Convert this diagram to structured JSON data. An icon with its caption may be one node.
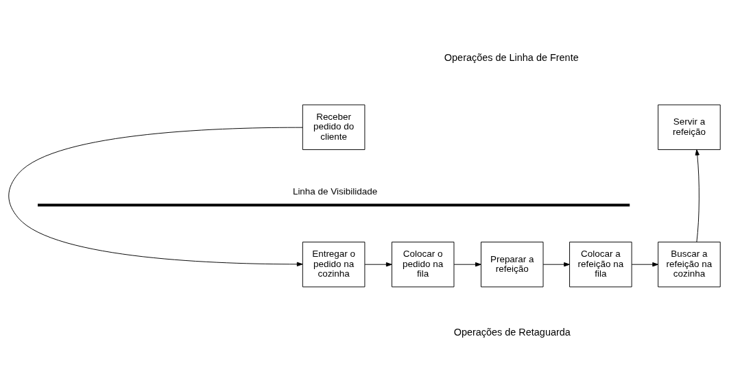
{
  "diagram": {
    "nodes": [
      {
        "text": [
          "Receber pedido do cliente"
        ]
      },
      {
        "text": [
          "Servir a refeição"
        ]
      },
      {
        "text": [
          "Entregar o pedido na cozinha"
        ]
      },
      {
        "text": [
          "Colocar o pedido na fila"
        ]
      },
      {
        "text": [
          "Preparar a refeição"
        ]
      },
      {
        "text": [
          "Colocar a refeição na fila"
        ]
      },
      {
        "text": [
          "Buscar a refeição na cozinha"
        ]
      }
    ],
    "edges": [
      {
        "from": 0,
        "to": 2,
        "arrow": "to"
      },
      {
        "from": 2,
        "to": 3,
        "arrow": "to"
      },
      {
        "from": 3,
        "to": 4,
        "arrow": "to"
      },
      {
        "from": 4,
        "to": 5,
        "arrow": "to"
      },
      {
        "from": 5,
        "to": 6,
        "arrow": "to"
      },
      {
        "from": 6,
        "to": 1,
        "arrow": "to"
      }
    ],
    "labels": [
      "Operações de Linha de Frente",
      "Linha de Visibilidade",
      "Operações de Retaguarda"
    ]
  }
}
